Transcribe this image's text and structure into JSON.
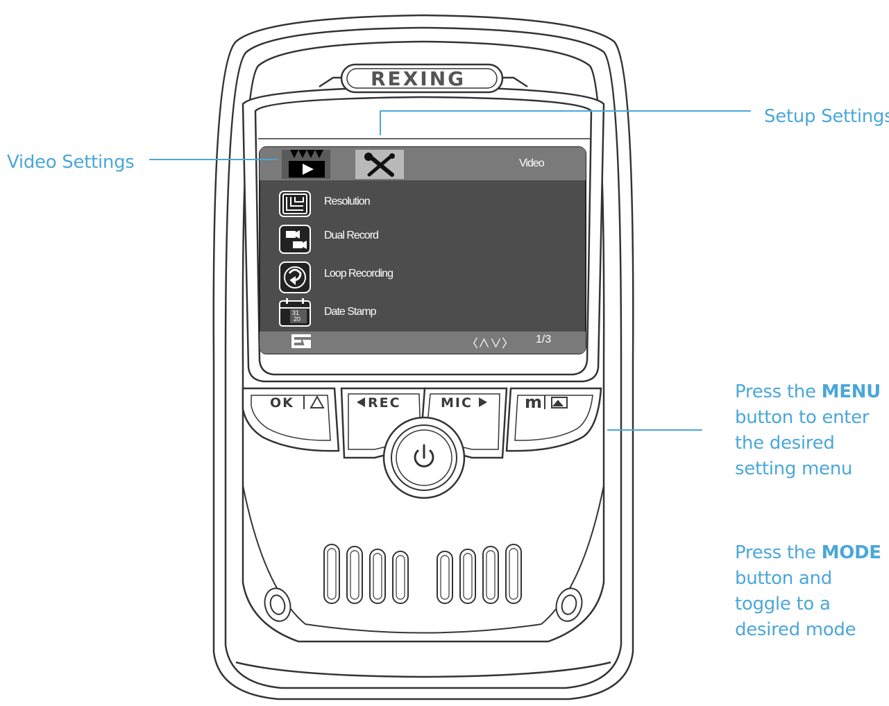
{
  "device": {
    "brand": "REXING",
    "screen": {
      "mode_title": "Video",
      "tabs": [
        {
          "icon": "video-camera-icon",
          "active": true
        },
        {
          "icon": "wrench-screwdriver-icon",
          "active": false
        }
      ],
      "menu_items": [
        {
          "label": "Resolution",
          "icon": "resolution-icon"
        },
        {
          "label": "Dual Record",
          "icon": "dual-record-icon"
        },
        {
          "label": "Loop Recording",
          "icon": "loop-recording-icon"
        },
        {
          "label": "Date Stamp",
          "icon": "date-stamp-icon"
        }
      ],
      "calendar_top": "31",
      "calendar_bottom": "20",
      "nav_arrows": "〈∧∨〉",
      "page_indicator": "1/3"
    },
    "buttons": {
      "ok": "OK",
      "rec": "REC",
      "mic": "MIC",
      "mode": "m"
    }
  },
  "callouts": {
    "video_settings": "Video Settings",
    "setup_settings": "Setup Settings",
    "menu": {
      "prefix": "Press the ",
      "bold": "MENU",
      "suffix": " button to enter the desired setting menu"
    },
    "mode": {
      "prefix": "Press the ",
      "bold": "MODE",
      "suffix": " button and toggle to a desired mode"
    }
  },
  "colors": {
    "callout": "#4aa7d8",
    "screen_bg": "#4d4d4d",
    "screen_bar": "#7a7a7a",
    "outline": "#333333"
  }
}
